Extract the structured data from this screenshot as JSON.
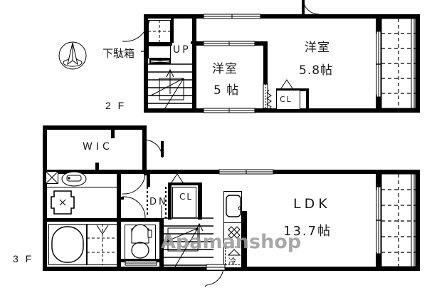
{
  "plan": {
    "type": "floor-plan",
    "watermark": "Apamanshop",
    "north_arrow": "north-compass",
    "floors": [
      {
        "id": "2F",
        "label": "2 F",
        "rooms": [
          {
            "name": "western-room-5",
            "label": "洋室",
            "size": "5 帖"
          },
          {
            "name": "western-room-5-8",
            "label": "洋室",
            "size": "5.8帖"
          }
        ],
        "features": [
          {
            "name": "shoe-cabinet",
            "label": "下駄箱"
          },
          {
            "name": "stairs-up",
            "label": "UP"
          },
          {
            "name": "closet",
            "label": "CL"
          },
          {
            "name": "balcony",
            "label": ""
          }
        ]
      },
      {
        "id": "3F",
        "label": "3 F",
        "rooms": [
          {
            "name": "ldk",
            "label": "LDK",
            "size": "13.7帖"
          }
        ],
        "features": [
          {
            "name": "walk-in-closet",
            "label": "WIC"
          },
          {
            "name": "stairs-down",
            "label": "DN"
          },
          {
            "name": "closet",
            "label": "CL"
          },
          {
            "name": "refrigerator",
            "label": "冷"
          },
          {
            "name": "bathroom",
            "label": ""
          },
          {
            "name": "toilet",
            "label": ""
          },
          {
            "name": "washroom",
            "label": ""
          },
          {
            "name": "kitchen",
            "label": ""
          },
          {
            "name": "balcony",
            "label": ""
          }
        ]
      }
    ]
  },
  "labels": {
    "f2": "2 F",
    "f3": "3 F",
    "getabako": "下駄箱",
    "up": "UP",
    "dn": "DN",
    "cl2f": "CL",
    "cl3f": "CL",
    "wic": "WIC",
    "youshitsu1": "洋室",
    "youshitsu1_size": "5 帖",
    "youshitsu2": "洋室",
    "youshitsu2_size": "5.8帖",
    "ldk": "LDK",
    "ldk_size": "13.7帖",
    "fridge": "冷",
    "watermark": "Apamanshop"
  },
  "colors": {
    "wall": "#000000",
    "background": "#ffffff",
    "text": "#1a1a1a",
    "watermark": "#9a9a9a"
  }
}
